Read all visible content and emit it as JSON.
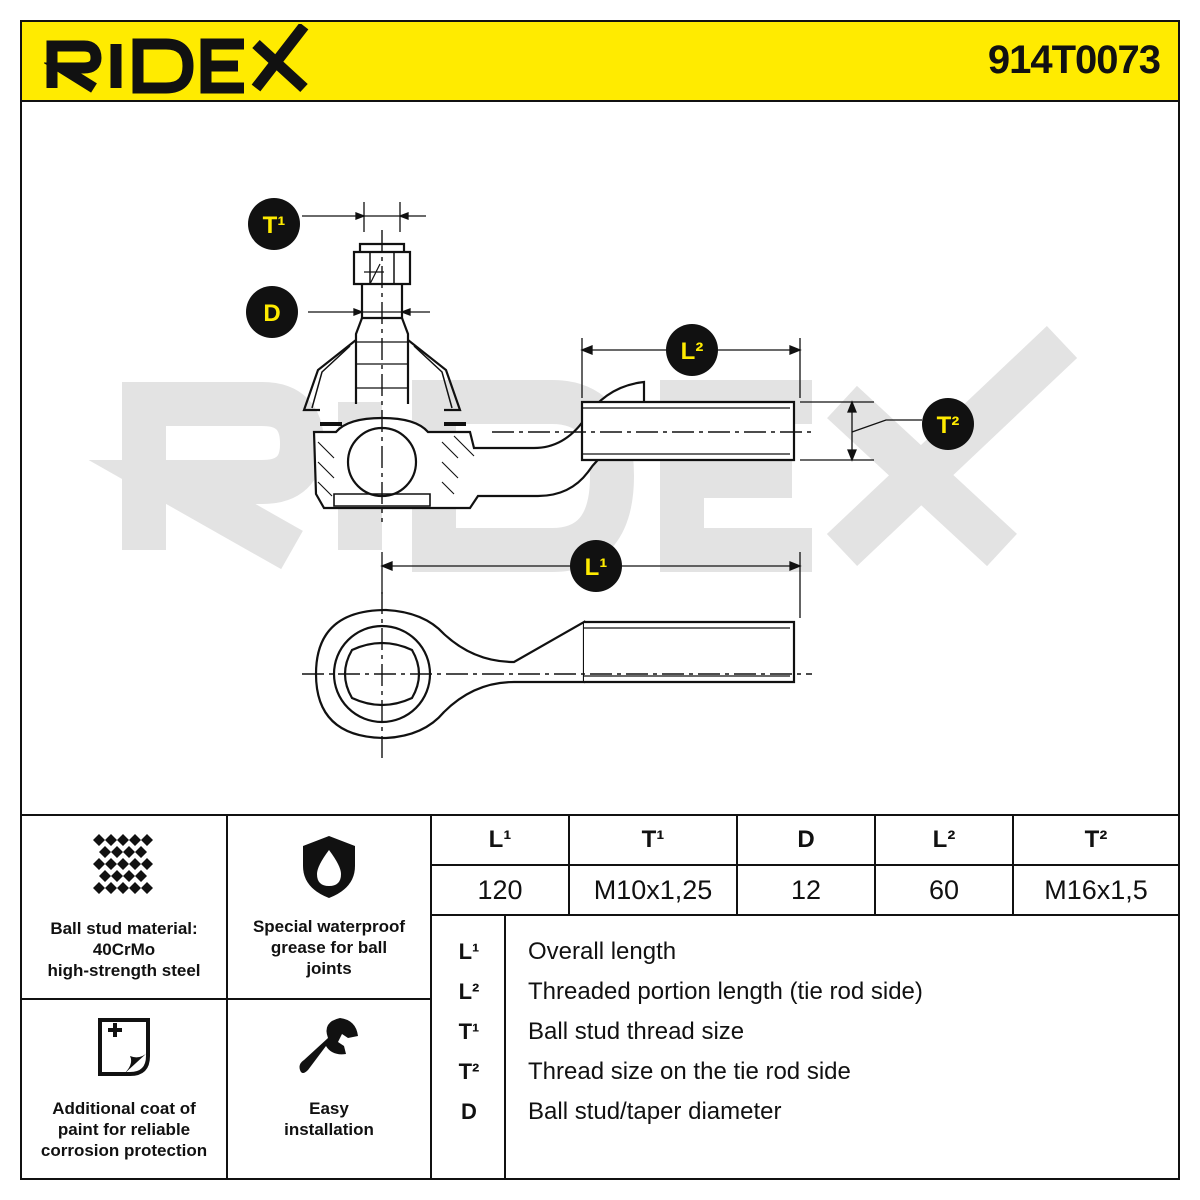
{
  "header": {
    "brand": "RIDEX",
    "part_number": "914T0073",
    "brand_color": "#ffeb00"
  },
  "drawing": {
    "watermark": "RIDEX",
    "labels": {
      "t1": "T¹",
      "d": "D",
      "l2": "L²",
      "t2": "T²",
      "l1": "L¹"
    }
  },
  "features": [
    {
      "icon": "grid-pattern-icon",
      "text_lines": [
        "Ball stud material:",
        "40CrMo",
        "high-strength steel"
      ]
    },
    {
      "icon": "shield-drop-icon",
      "text_lines": [
        "Special waterproof",
        "grease for ball",
        "joints"
      ]
    },
    {
      "icon": "paint-coat-icon",
      "text_lines": [
        "Additional coat of",
        "paint for reliable",
        "corrosion protection"
      ]
    },
    {
      "icon": "wrench-icon",
      "text_lines": [
        "Easy",
        "installation"
      ]
    }
  ],
  "specs": {
    "headers": [
      "L¹",
      "T¹",
      "D",
      "L²",
      "T²"
    ],
    "values": [
      "120",
      "M10x1,25",
      "12",
      "60",
      "M16x1,5"
    ]
  },
  "legend": [
    {
      "symbol": "L¹",
      "text": "Overall length"
    },
    {
      "symbol": "L²",
      "text": "Threaded portion length (tie rod side)"
    },
    {
      "symbol": "T¹",
      "text": "Ball stud thread size"
    },
    {
      "symbol": "T²",
      "text": "Thread size on the tie rod side"
    },
    {
      "symbol": "D",
      "text": "Ball stud/taper diameter"
    }
  ]
}
